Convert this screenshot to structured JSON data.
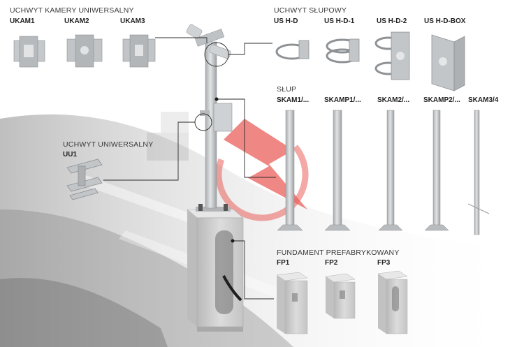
{
  "sections": {
    "camera_mount": {
      "title": "UCHWYT KAMERY UNIWERSALNY",
      "items": [
        "UKAM1",
        "UKAM2",
        "UKAM3"
      ]
    },
    "pole_mount": {
      "title": "UCHWYT SŁUPOWY",
      "items": [
        "US H-D",
        "US H-D-1",
        "US H-D-2",
        "US H-D-BOX"
      ]
    },
    "pole": {
      "title": "SŁUP",
      "items": [
        "SKAM1/...",
        "SKAMP1/...",
        "SKAM2/...",
        "SKAMP2/...",
        "SKAM3/4"
      ]
    },
    "universal_mount": {
      "title": "UCHWYT UNIWERSALNY",
      "items": [
        "UU1"
      ]
    },
    "foundation": {
      "title": "FUNDAMENT PREFABRYKOWANY",
      "items": [
        "FP1",
        "FP2",
        "FP3"
      ]
    }
  },
  "colors": {
    "metal": "#c9ccce",
    "metal_dark": "#9a9ea1",
    "concrete": "#d6d6d6",
    "logo_red": "#e8504a",
    "line": "#2b2b2b"
  }
}
